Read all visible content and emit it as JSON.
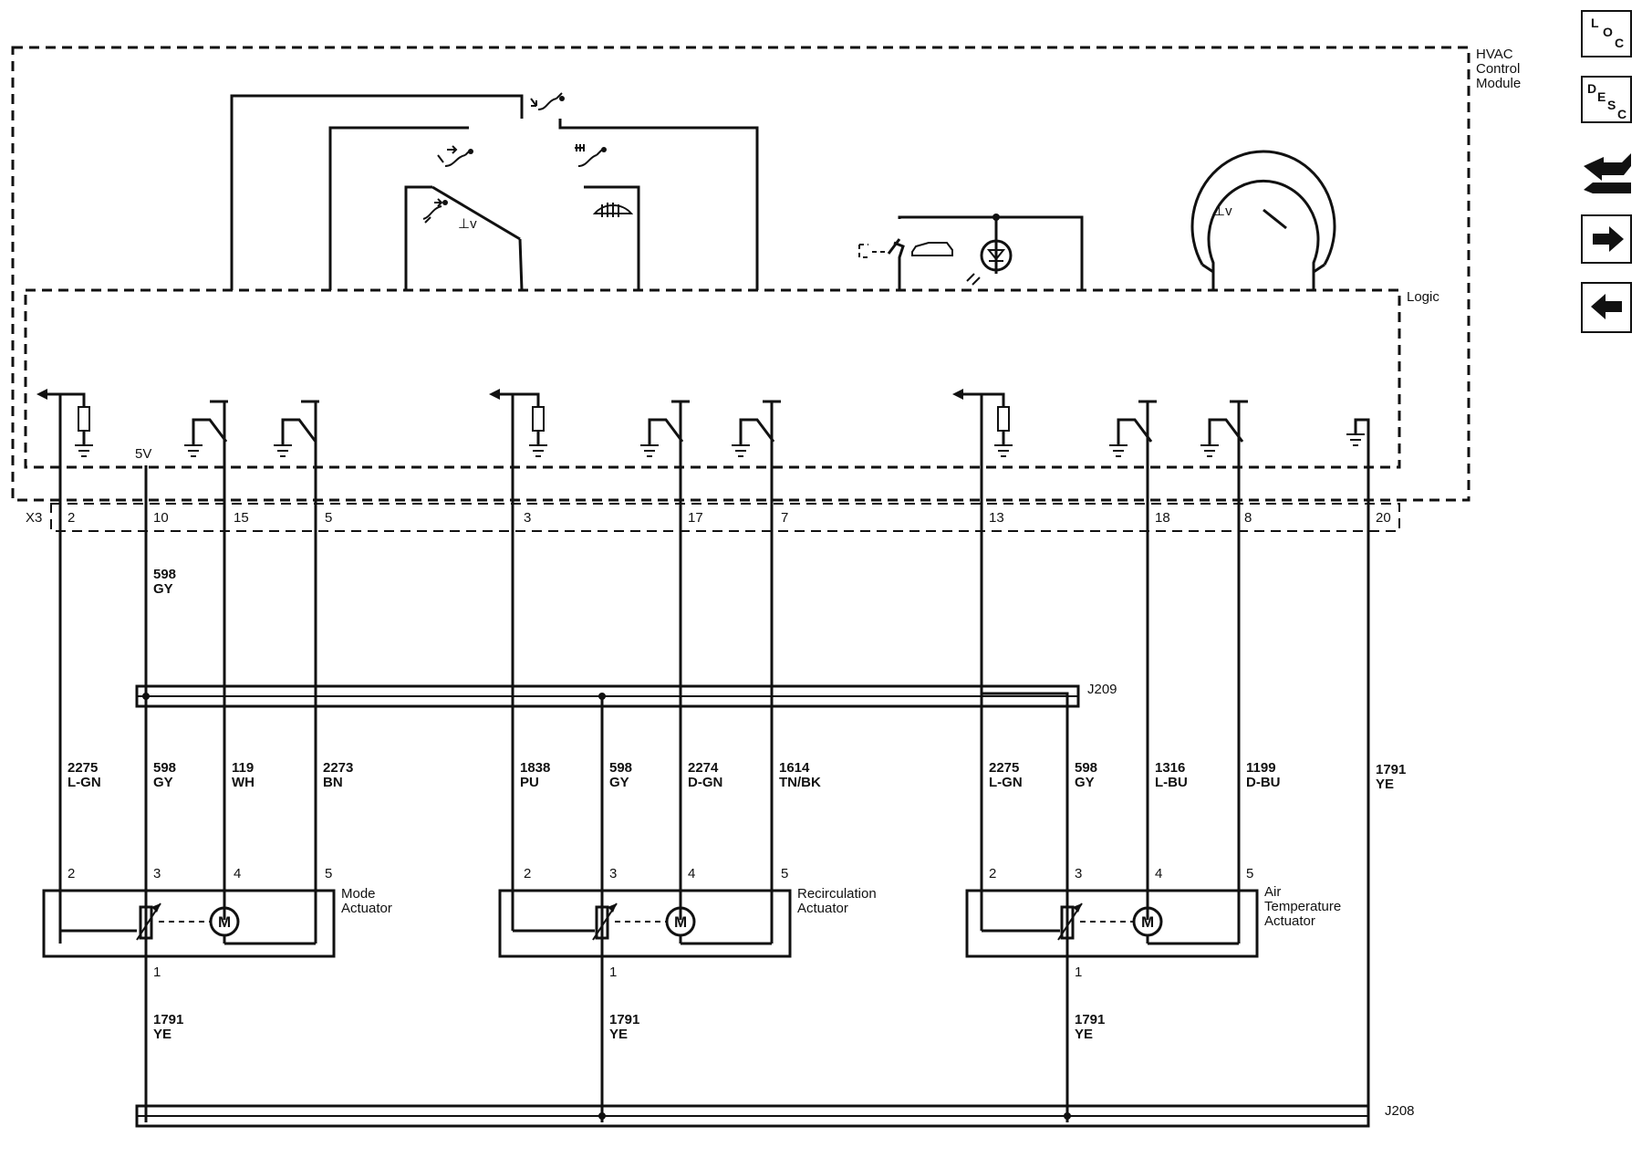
{
  "module": {
    "title_lines": [
      "HVAC",
      "Control",
      "Module"
    ],
    "logic_label": "Logic",
    "connector": "X3",
    "supply": "5V"
  },
  "pins": [
    {
      "num": "2"
    },
    {
      "num": "10"
    },
    {
      "num": "15"
    },
    {
      "num": "5"
    },
    {
      "num": "3"
    },
    {
      "num": "17"
    },
    {
      "num": "7"
    },
    {
      "num": "13"
    },
    {
      "num": "18"
    },
    {
      "num": "8"
    },
    {
      "num": "20"
    }
  ],
  "splices": {
    "upper": "J209",
    "lower": "J208"
  },
  "wire_598_upper": {
    "circuit": "598",
    "color": "GY"
  },
  "wires": [
    {
      "circuit": "2275",
      "color": "L-GN"
    },
    {
      "circuit": "598",
      "color": "GY"
    },
    {
      "circuit": "119",
      "color": "WH"
    },
    {
      "circuit": "2273",
      "color": "BN"
    },
    {
      "circuit": "1838",
      "color": "PU"
    },
    {
      "circuit": "598",
      "color": "GY"
    },
    {
      "circuit": "2274",
      "color": "D-GN"
    },
    {
      "circuit": "1614",
      "color": "TN/BK"
    },
    {
      "circuit": "2275",
      "color": "L-GN"
    },
    {
      "circuit": "598",
      "color": "GY"
    },
    {
      "circuit": "1316",
      "color": "L-BU"
    },
    {
      "circuit": "1199",
      "color": "D-BU"
    },
    {
      "circuit": "1791",
      "color": "YE"
    }
  ],
  "actuators": [
    {
      "name_lines": [
        "Mode",
        "Actuator"
      ],
      "pins": [
        "2",
        "3",
        "4",
        "5"
      ],
      "ground_pin": "1",
      "ground_wire": {
        "circuit": "1791",
        "color": "YE"
      },
      "motor": "M"
    },
    {
      "name_lines": [
        "Recirculation",
        "Actuator"
      ],
      "pins": [
        "2",
        "3",
        "4",
        "5"
      ],
      "ground_pin": "1",
      "ground_wire": {
        "circuit": "1791",
        "color": "YE"
      },
      "motor": "M"
    },
    {
      "name_lines": [
        "Air",
        "Temperature",
        "Actuator"
      ],
      "pins": [
        "2",
        "3",
        "4",
        "5"
      ],
      "ground_pin": "1",
      "ground_wire": {
        "circuit": "1791",
        "color": "YE"
      },
      "motor": "M"
    }
  ],
  "nav": {
    "loc": {
      "letters": [
        "L",
        "O",
        "C"
      ]
    },
    "desc": {
      "letters": [
        "D",
        "E",
        "S",
        "C"
      ]
    },
    "connector_icon": "connector-view-icon",
    "next_icon": "next-page-arrow-icon",
    "prev_icon": "previous-page-arrow-icon"
  }
}
